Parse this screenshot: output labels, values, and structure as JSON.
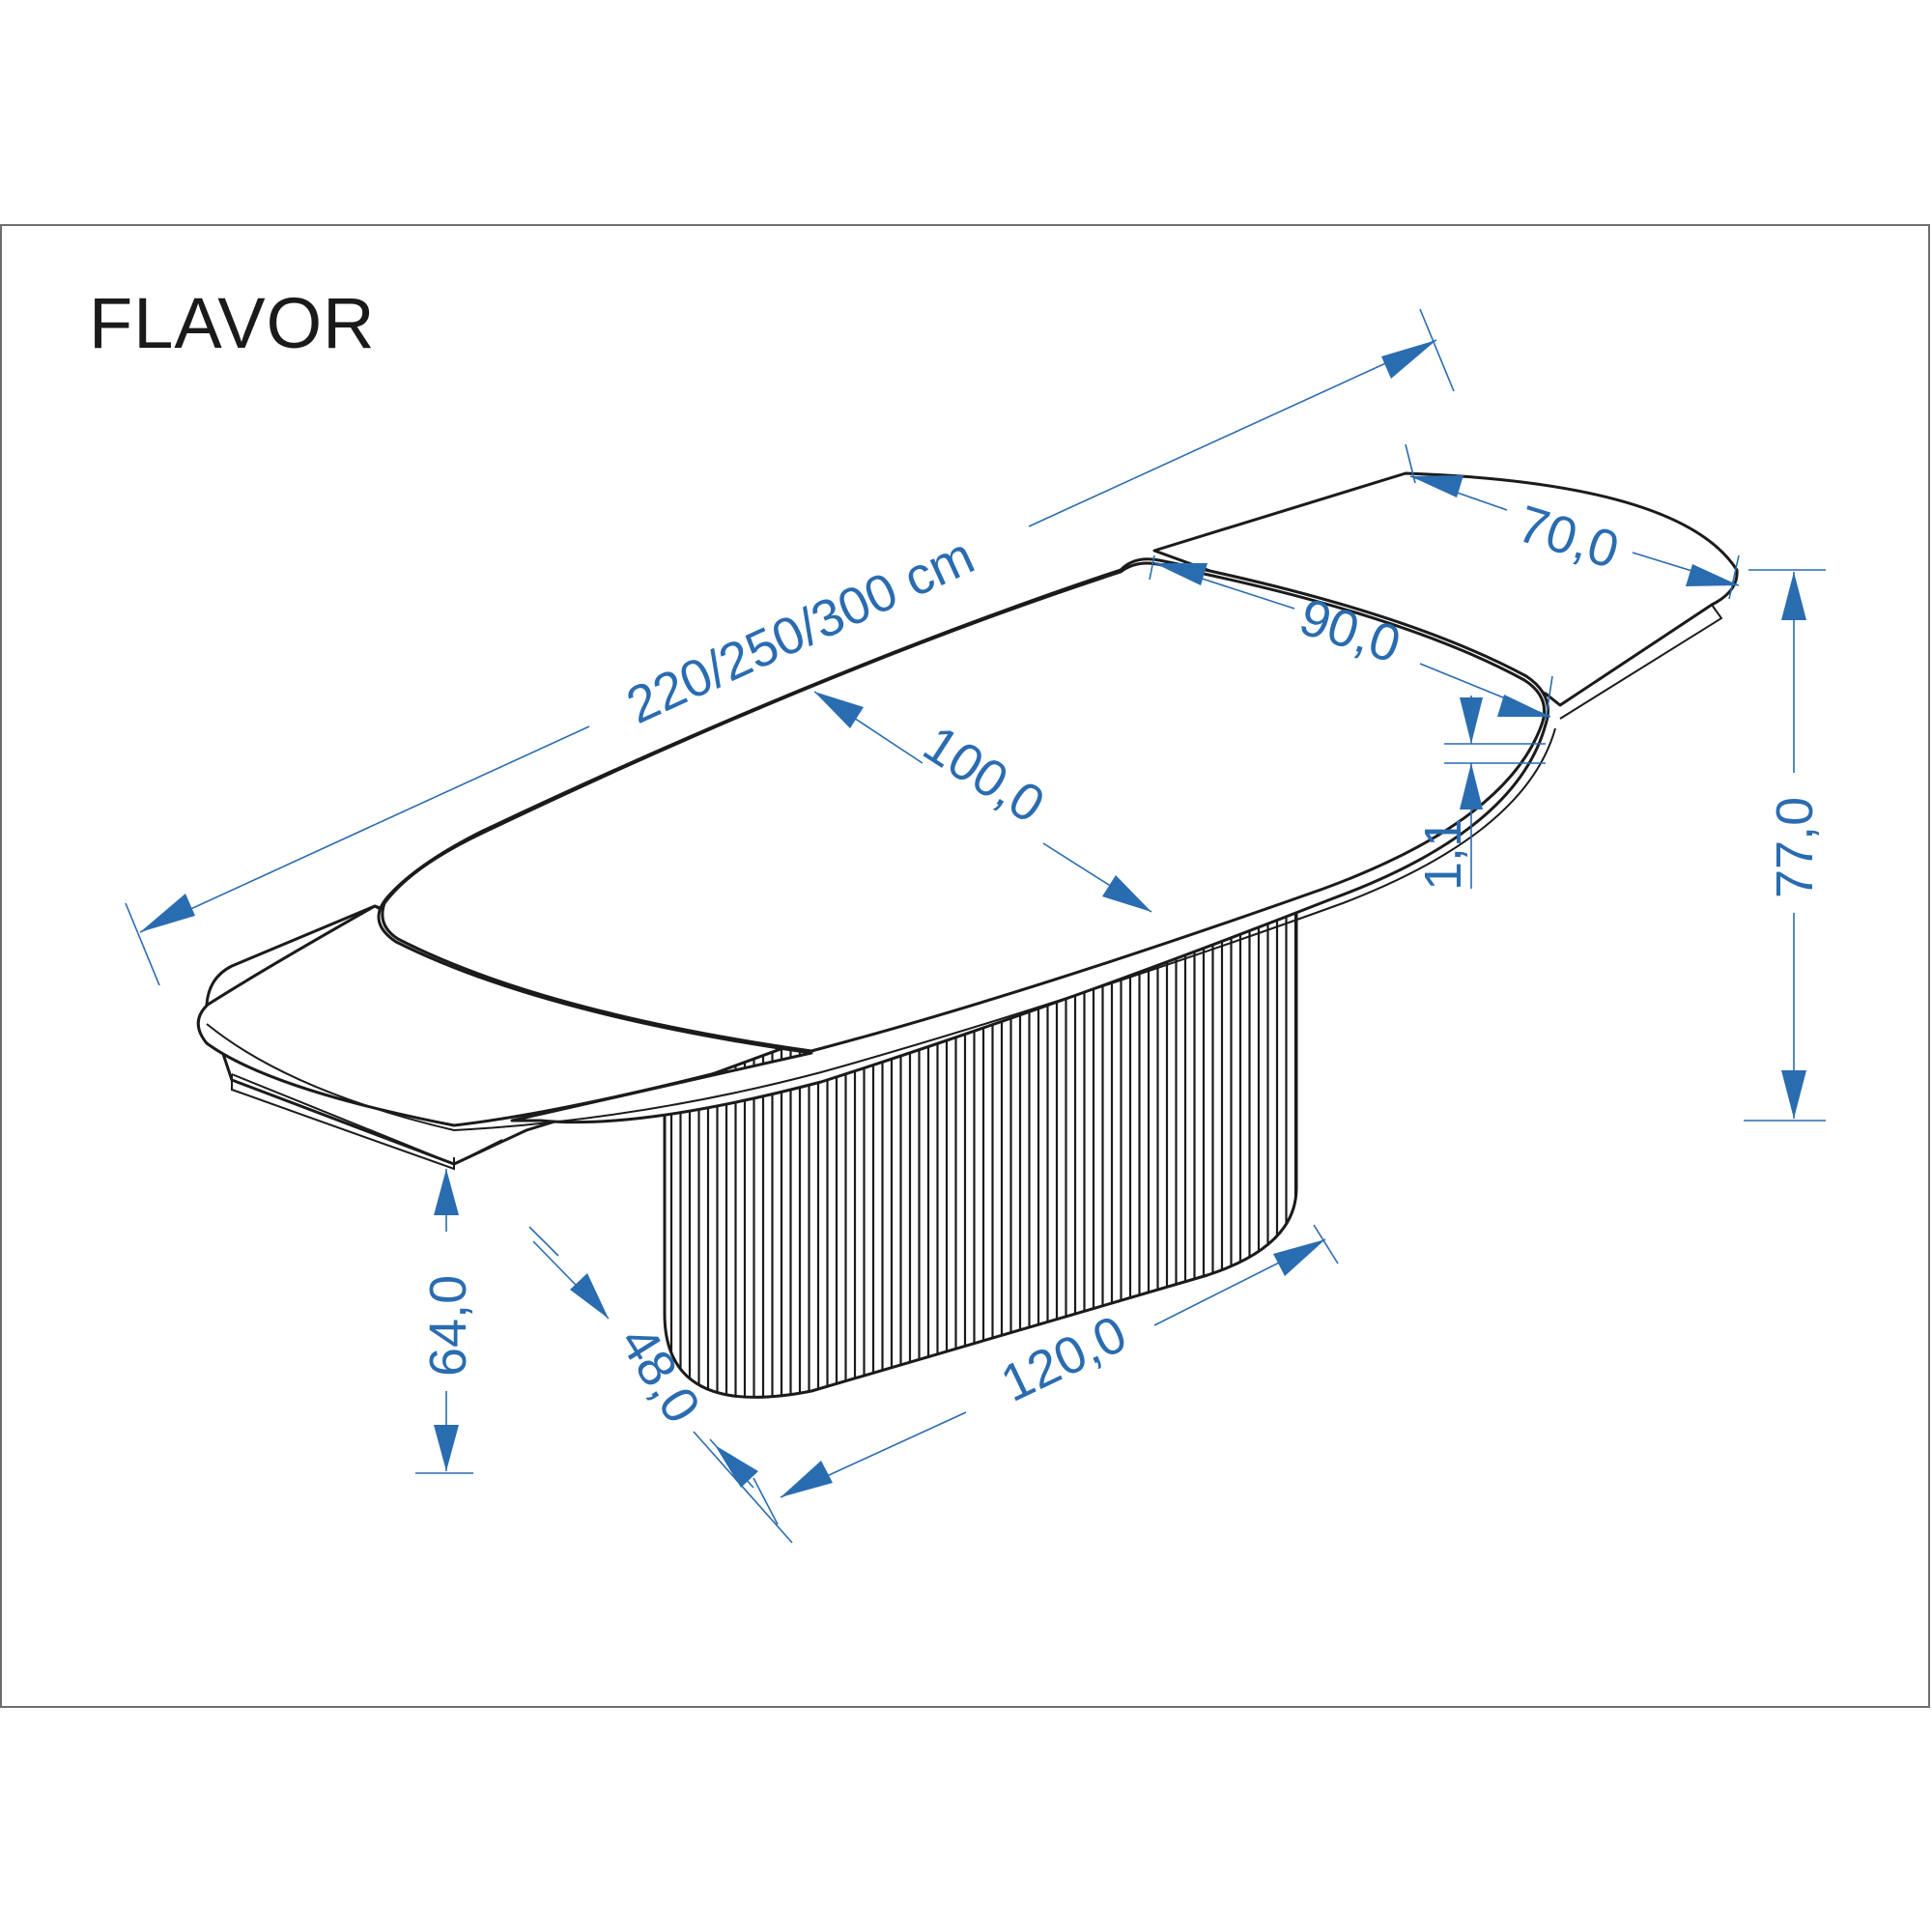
{
  "title": "FLAVOR",
  "colors": {
    "dimension": "#2a6cb0",
    "outline": "#1b1b1b",
    "frame": "#6e6e6e"
  },
  "dimensions": {
    "total_length": "220/250/300 cm",
    "extension_leaf": "70,0",
    "top_section": "90,0",
    "width": "100,0",
    "top_thickness": "1,1",
    "height": "77,0",
    "clearance_height": "64,0",
    "base_depth": "48,0",
    "base_length": "120,0"
  }
}
